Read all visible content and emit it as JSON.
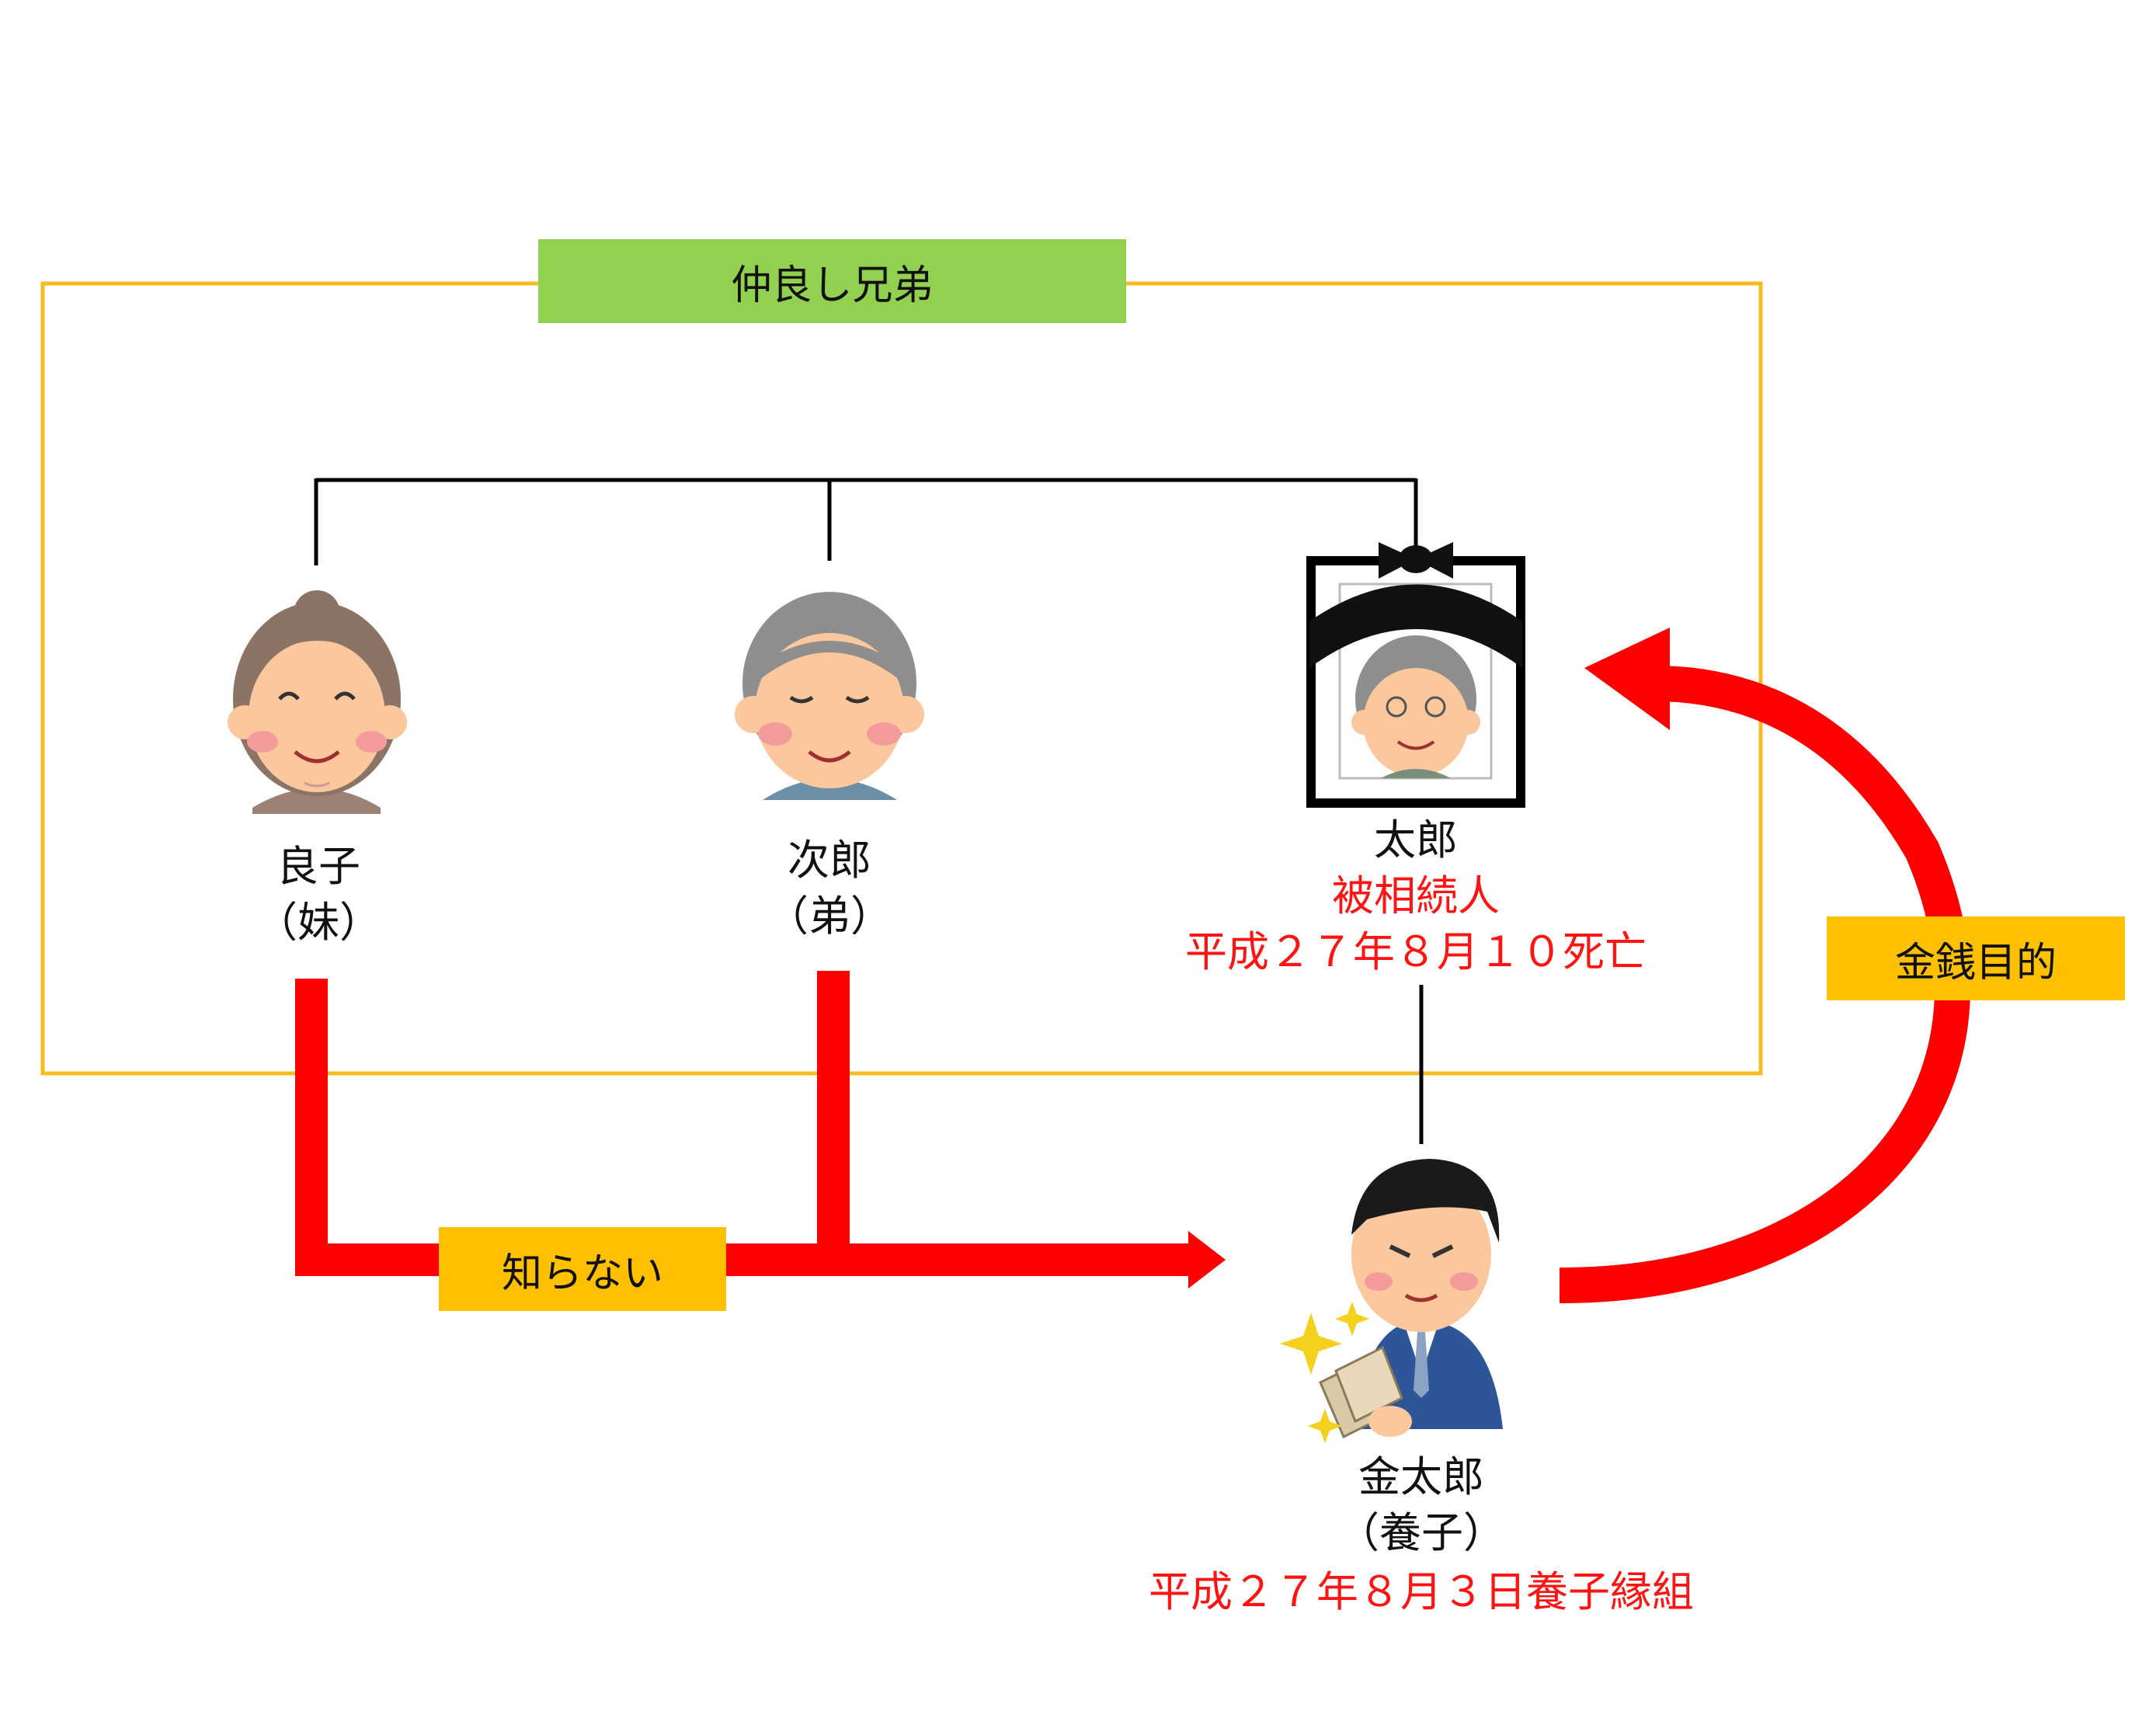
{
  "group": {
    "label": "仲良し兄弟",
    "frame_color": "#f5bd1f",
    "label_bg": "#92d050"
  },
  "persons": {
    "yoshiko": {
      "name": "良子",
      "relation": "（妹）",
      "icon": "elderly-woman-icon"
    },
    "jiro": {
      "name": "次郎",
      "relation": "（弟）",
      "icon": "elderly-man-icon"
    },
    "taro": {
      "name": "太郎",
      "role": "被相続人",
      "note": "平成２７年８月１０死亡",
      "icon": "memorial-portrait-icon"
    },
    "kintaro": {
      "name": "金太郎",
      "relation": "（養子）",
      "note": "平成２７年８月３日養子縁組",
      "icon": "man-holding-money-icon"
    }
  },
  "tags": {
    "unaware": "知らない",
    "money_motive": "金銭目的"
  },
  "colors": {
    "arrow": "#ff0000",
    "tag_bg": "#ffc000",
    "note_text": "#ff1414",
    "line": "#000000"
  }
}
